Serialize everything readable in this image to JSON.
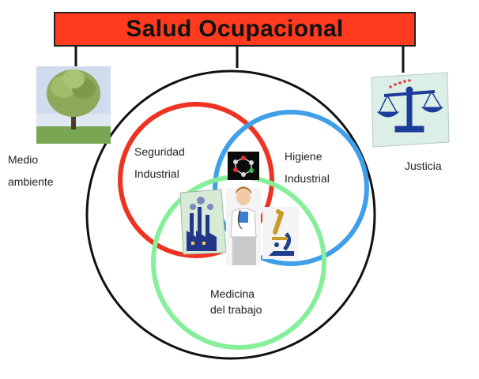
{
  "title": "Salud Ocupacional",
  "labels": {
    "medio_ambiente": "Medio\nambiente",
    "justicia": "Justicia",
    "seguridad_industrial": "Seguridad\nIndustrial",
    "higiene_industrial": "Higiene\nIndustrial",
    "medicina_del_trabajo": "Medicina\ndel trabajo"
  },
  "colors": {
    "title_bg": "#ff3b1f",
    "seguridad_circle": "#ee3322",
    "higiene_circle": "#3f9fe8",
    "medicina_circle": "#86ef9a",
    "outer_circle": "#111111"
  },
  "icons": [
    "tree-icon",
    "scales-of-justice-icon",
    "molecule-icon",
    "factory-icon",
    "doctor-icon",
    "microscope-icon"
  ]
}
